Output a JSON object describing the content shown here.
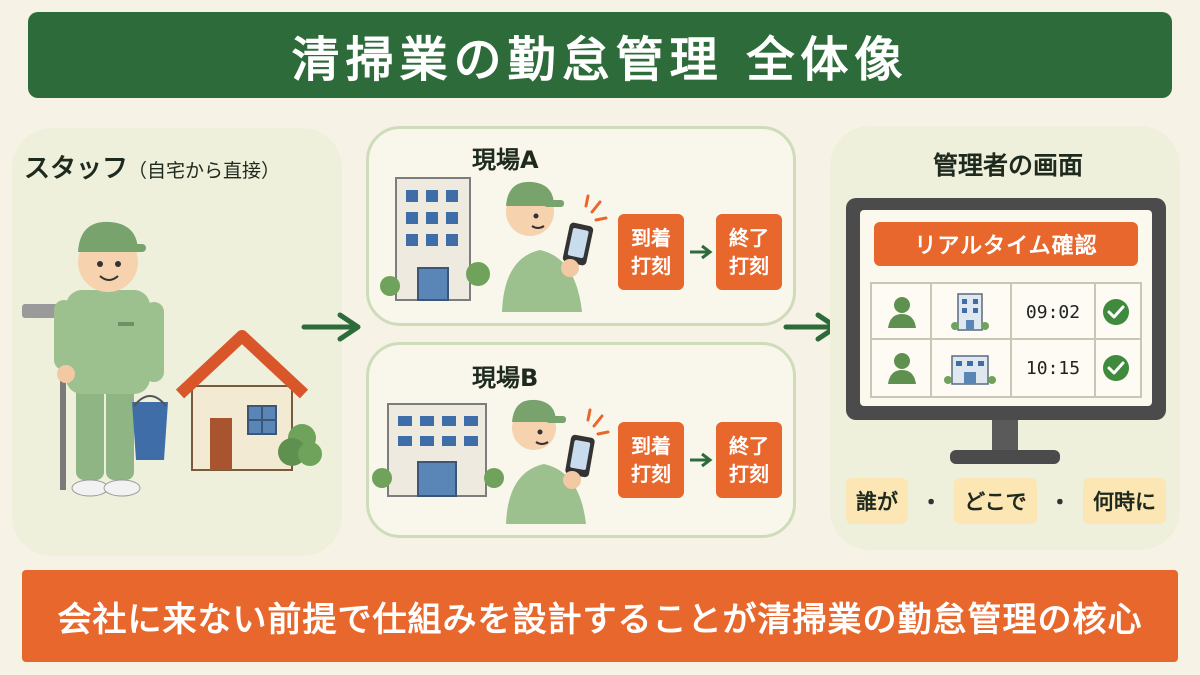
{
  "header": {
    "title": "清掃業の勤怠管理 全体像"
  },
  "staff": {
    "title": "スタッフ",
    "subtitle": "（自宅から直接）"
  },
  "sites": [
    {
      "title": "現場A",
      "stamps": [
        {
          "line1": "到着",
          "line2": "打刻"
        },
        {
          "line1": "終了",
          "line2": "打刻"
        }
      ]
    },
    {
      "title": "現場B",
      "stamps": [
        {
          "line1": "到着",
          "line2": "打刻"
        },
        {
          "line1": "終了",
          "line2": "打刻"
        }
      ]
    }
  ],
  "manager": {
    "title": "管理者の画面",
    "realtime_label": "リアルタイム確認",
    "rows": [
      {
        "time": "09:02"
      },
      {
        "time": "10:15"
      }
    ],
    "tags": [
      "誰が",
      "どこで",
      "何時に"
    ],
    "separator": "・"
  },
  "footer": {
    "message": "会社に来ない前提で仕組みを設計することが清掃業の勤怠管理の核心"
  },
  "colors": {
    "green": "#2e6b3a",
    "orange": "#e8672c",
    "panel": "#eef0dc",
    "tag": "#fbe6b4"
  }
}
